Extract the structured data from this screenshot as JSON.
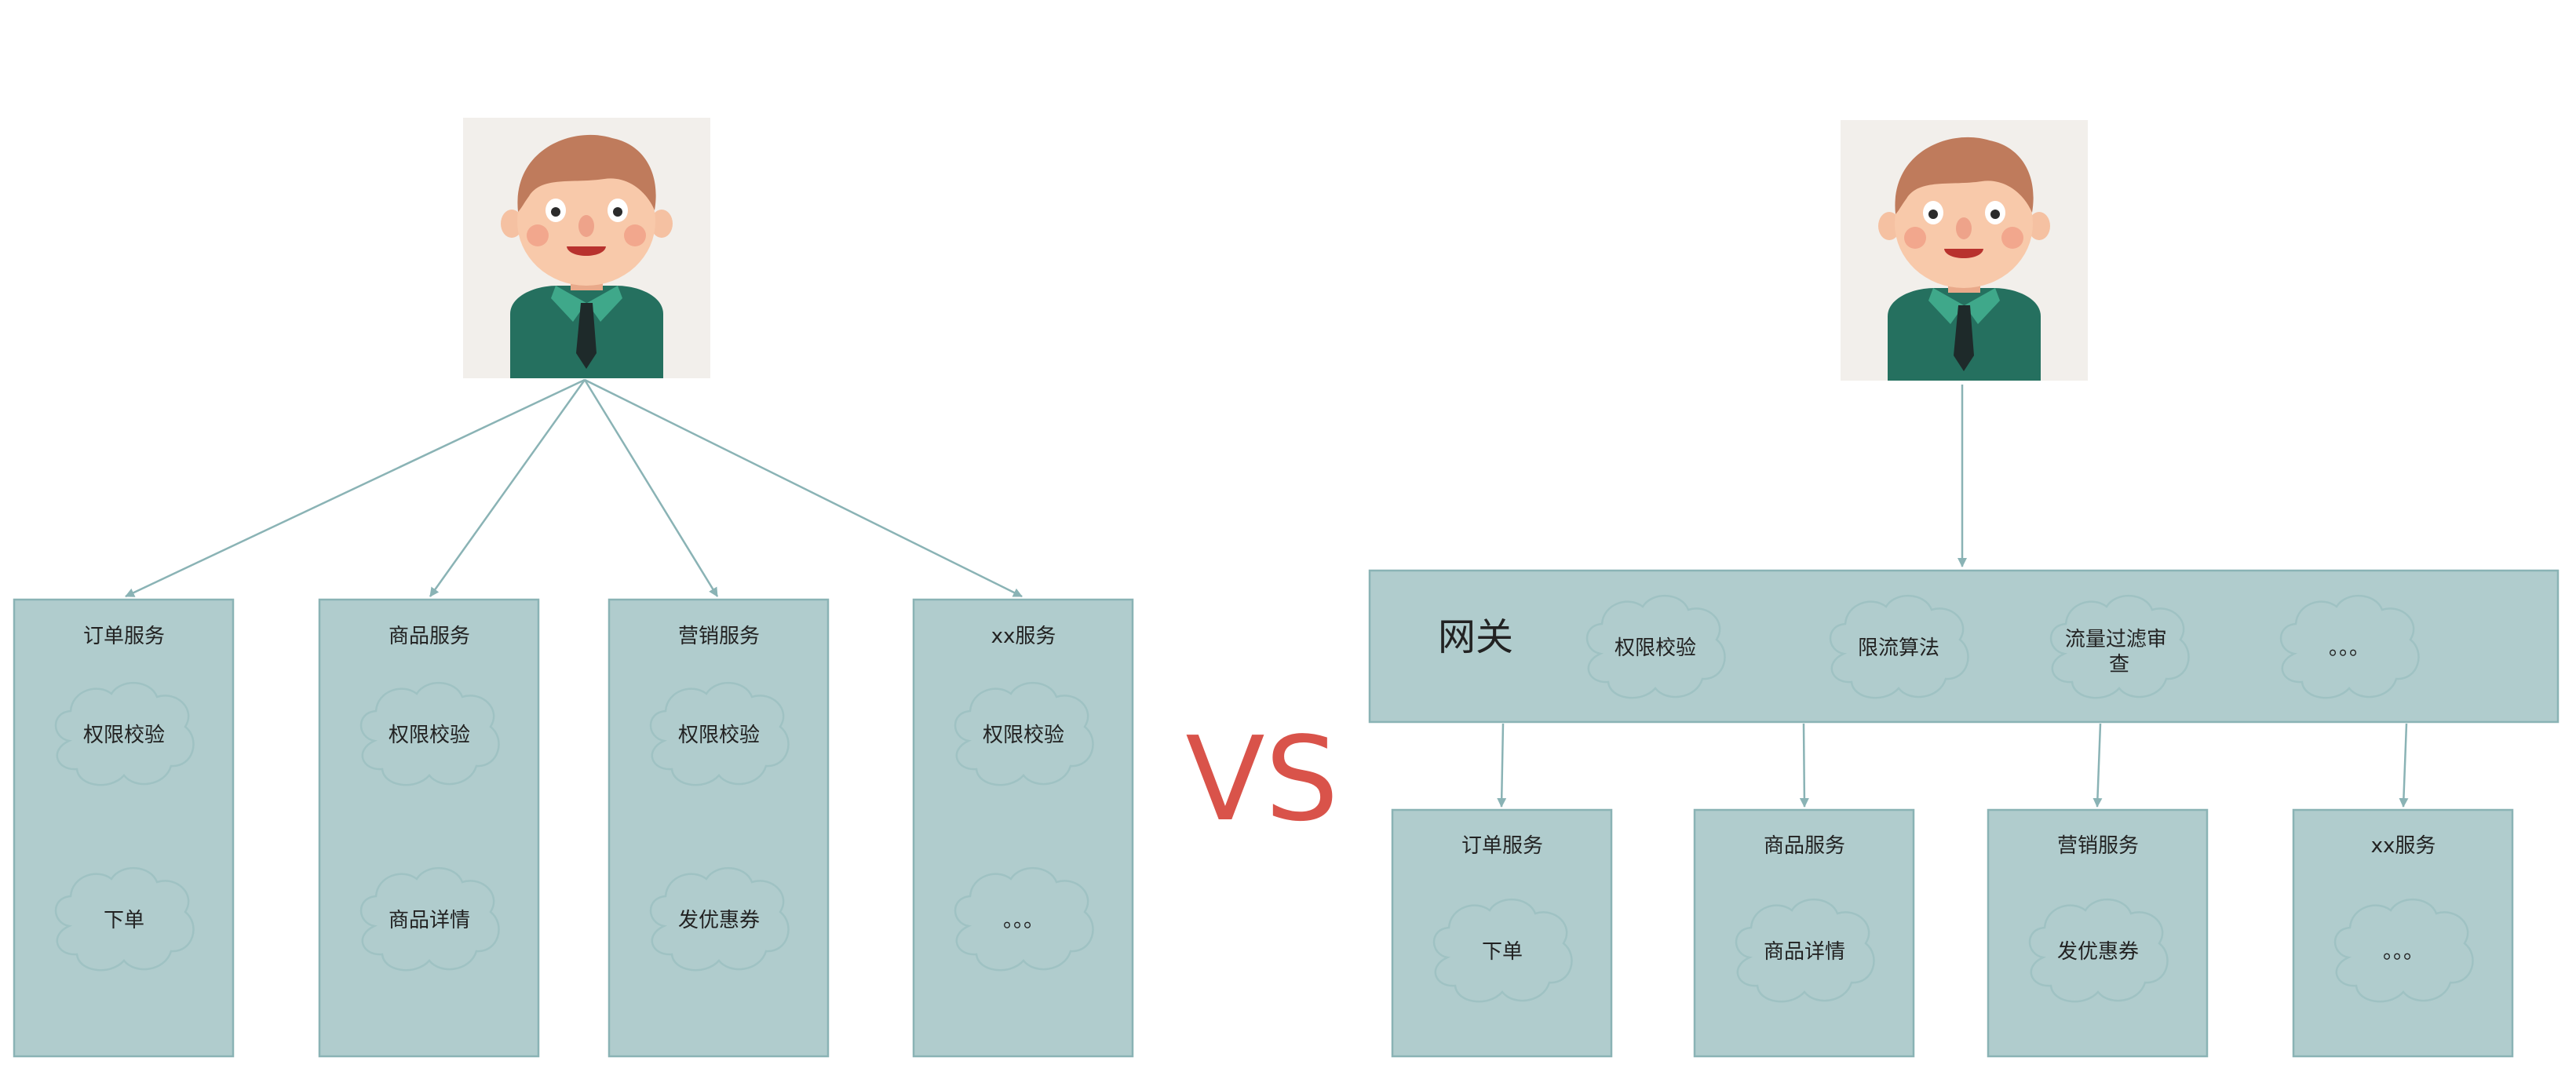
{
  "left": {
    "services": [
      {
        "title": "订单服务",
        "clouds": [
          "权限校验",
          "下单"
        ]
      },
      {
        "title": "商品服务",
        "clouds": [
          "权限校验",
          "商品详情"
        ]
      },
      {
        "title": "营销服务",
        "clouds": [
          "权限校验",
          "发优惠券"
        ]
      },
      {
        "title": "xx服务",
        "clouds": [
          "权限校验",
          "。。。"
        ]
      }
    ]
  },
  "vs_label": "VS",
  "right": {
    "gateway": {
      "label": "网关",
      "clouds": [
        "权限校验",
        "限流算法",
        "流量过滤审查",
        "。。。"
      ]
    },
    "services": [
      {
        "title": "订单服务",
        "cloud": "下单"
      },
      {
        "title": "商品服务",
        "cloud": "商品详情"
      },
      {
        "title": "营销服务",
        "cloud": "发优惠券"
      },
      {
        "title": "xx服务",
        "cloud": "。。。"
      }
    ]
  },
  "colors": {
    "box_fill": "#b0cccd",
    "box_stroke": "#8ab3b5",
    "arrow": "#8ab3b5",
    "cloud_stroke": "#9fc2c3",
    "vs": "#d9534a",
    "avatar_bg": "#f2efeb"
  }
}
